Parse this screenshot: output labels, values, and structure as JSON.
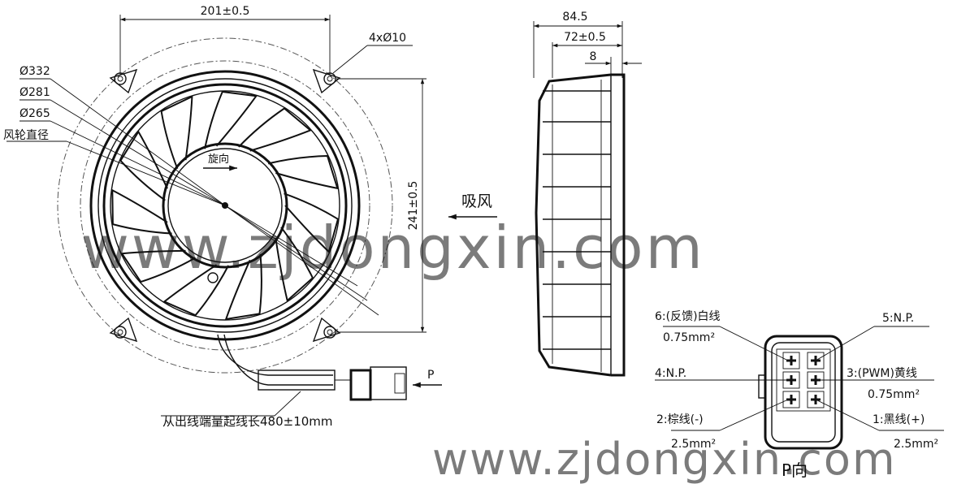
{
  "front_view": {
    "width_dim": "201±0.5",
    "holes": "4xØ10",
    "d332": "Ø332",
    "d281": "Ø281",
    "d265": "Ø265",
    "impeller_dia_label": "风轮直径",
    "rotation_label": "旋向",
    "height_dim": "241±0.5",
    "lead_note": "从出线端量起线长480±10mm",
    "p_label": "P"
  },
  "side_view": {
    "depth_total": "84.5",
    "depth_body": "72±0.5",
    "depth_flange": "8",
    "airflow_label": "吸风"
  },
  "connector_view": {
    "title": "P向",
    "pin6": "6:(反馈)白线",
    "pin6_size": "0.75mm²",
    "pin5": "5:N.P.",
    "pin4": "4:N.P.",
    "pin3": "3:(PWM)黄线",
    "pin3_size": "0.75mm²",
    "pin2": "2:棕线(-)",
    "pin2_size": "2.5mm²",
    "pin1": "1:黑线(+)",
    "pin1_size": "2.5mm²"
  },
  "watermark": "www.zjdongxin.com"
}
